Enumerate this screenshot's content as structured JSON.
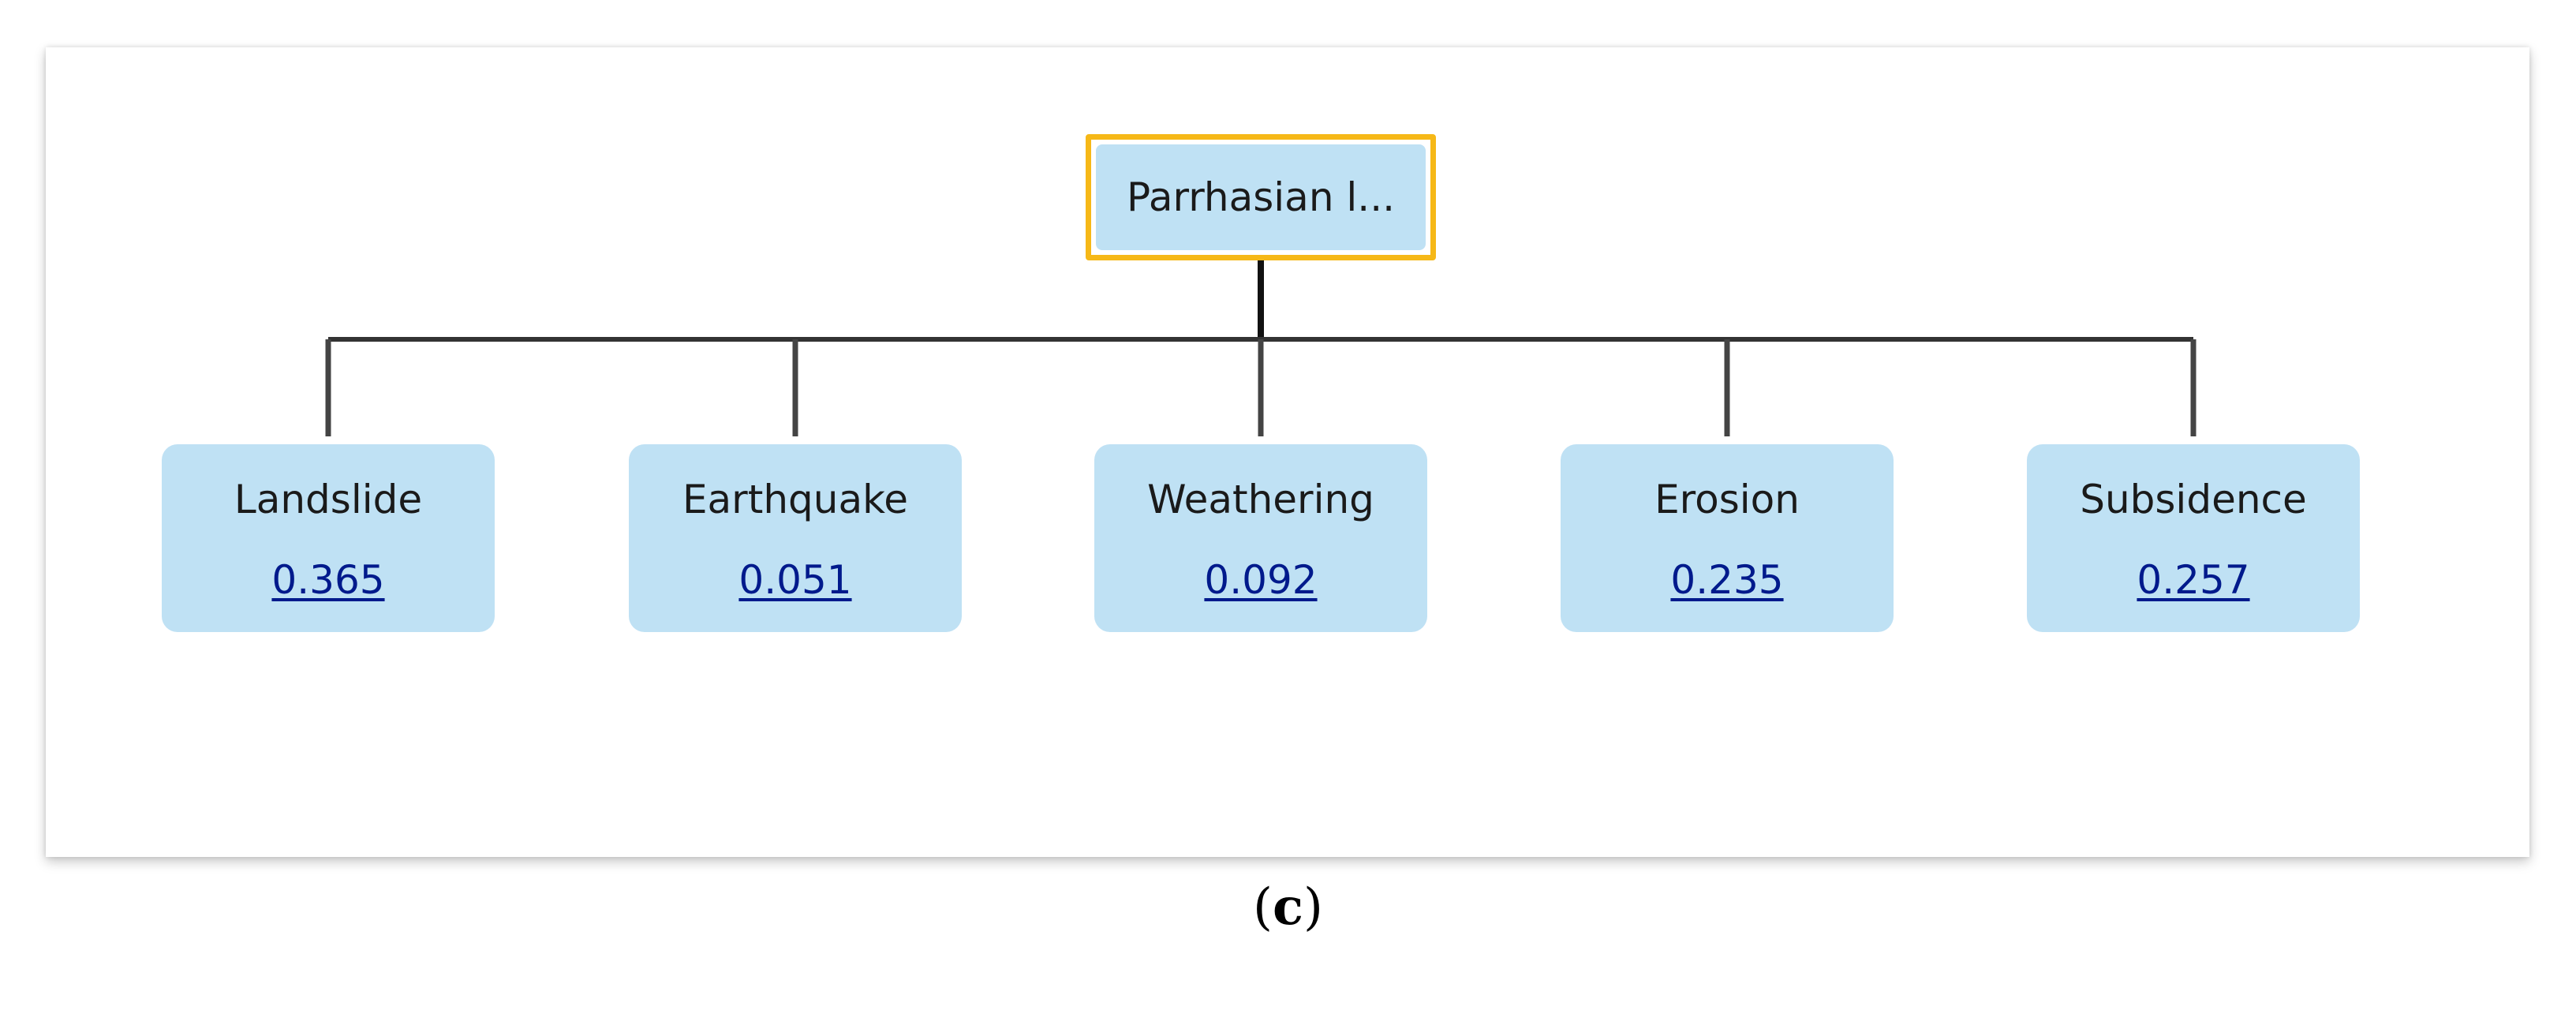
{
  "diagram": {
    "root": {
      "label": "Parrhasian l..."
    },
    "children": [
      {
        "label": "Landslide",
        "value": "0.365"
      },
      {
        "label": "Earthquake",
        "value": "0.051"
      },
      {
        "label": "Weathering",
        "value": "0.092"
      },
      {
        "label": "Erosion",
        "value": "0.235"
      },
      {
        "label": "Subsidence",
        "value": "0.257"
      }
    ],
    "colors": {
      "node_fill": "#bfe1f4",
      "root_border": "#f6b817",
      "value_link": "#001a8c",
      "connector": "#333333"
    }
  },
  "caption": {
    "open": "(",
    "letter": "c",
    "close": ")"
  }
}
